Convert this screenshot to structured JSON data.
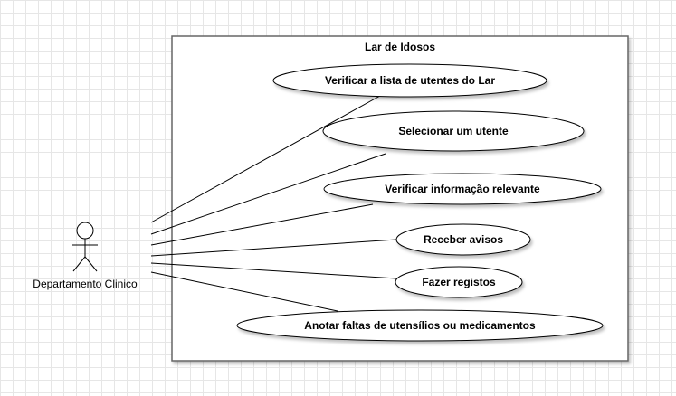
{
  "system": {
    "title": "Lar de Idosos"
  },
  "actor": {
    "name": "Departamento Clinico"
  },
  "use_cases": [
    {
      "id": "uc1",
      "label": "Verificar a lista de utentes do Lar"
    },
    {
      "id": "uc2",
      "label": "Selecionar um utente"
    },
    {
      "id": "uc3",
      "label": "Verificar informação relevante"
    },
    {
      "id": "uc4",
      "label": "Receber avisos"
    },
    {
      "id": "uc5",
      "label": "Fazer registos"
    },
    {
      "id": "uc6",
      "label": "Anotar faltas de utensílios ou medicamentos"
    }
  ]
}
